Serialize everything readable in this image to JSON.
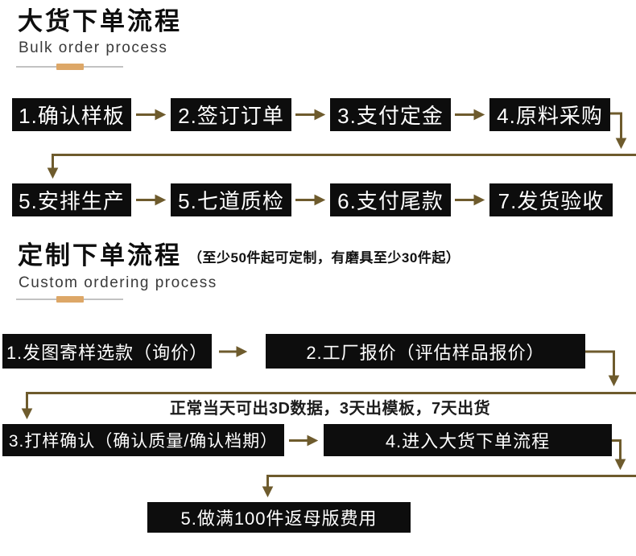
{
  "colors": {
    "box_background": "#0d0d0d",
    "box_text": "#ffffff",
    "arrow": "#6e5b2d",
    "divider_line": "#c2c2c2",
    "divider_accent": "#dda767",
    "title_text": "#0e0e0e",
    "subtitle_text": "#3a3a3a"
  },
  "bulk": {
    "title": "大货下单流程",
    "subtitle": "Bulk order process",
    "row1": [
      "1.确认样板",
      "2.签订订单",
      "3.支付定金",
      "4.原料采购"
    ],
    "row2": [
      "5.安排生产",
      "5.七道质检",
      "6.支付尾款",
      "7.发货验收"
    ]
  },
  "custom": {
    "title": "定制下单流程",
    "note": "（至少50件起可定制，有磨具至少30件起）",
    "subtitle": "Custom ordering process",
    "row1": [
      "1.发图寄样选款（询价）",
      "2.工厂报价（评估样品报价）"
    ],
    "lead_time_note": "正常当天可出3D数据，3天出模板，7天出货",
    "row2": [
      "3.打样确认（确认质量/确认档期）",
      "4.进入大货下单流程"
    ],
    "row3": [
      "5.做满100件返母版费用"
    ]
  }
}
